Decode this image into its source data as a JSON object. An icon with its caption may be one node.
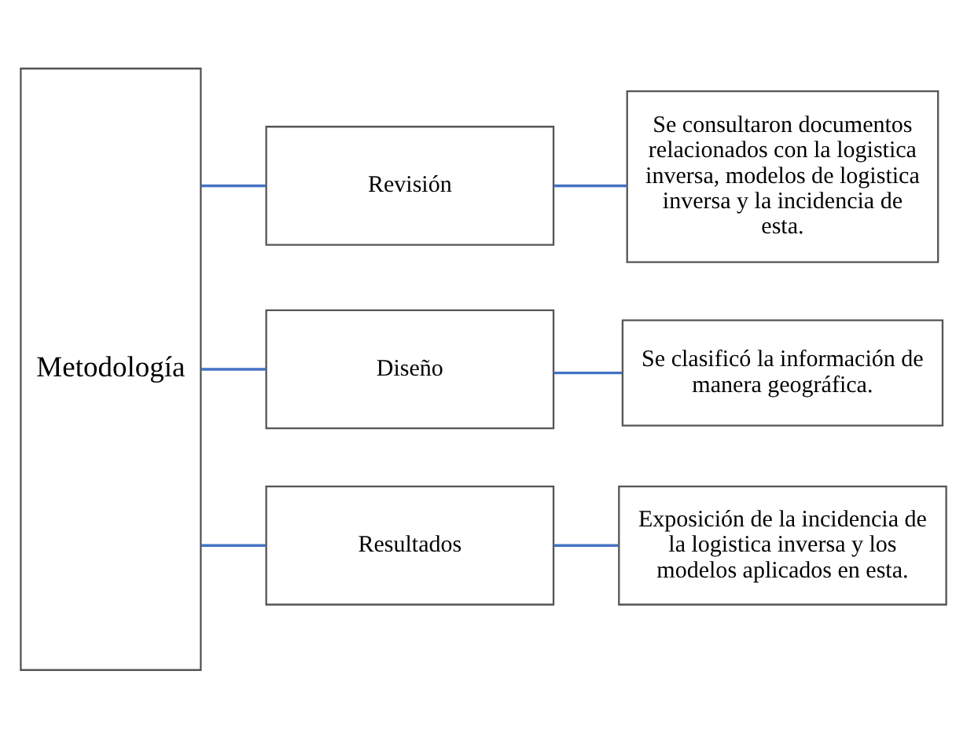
{
  "diagram": {
    "nodes": [
      {
        "text": [
          "Metodología"
        ]
      },
      {
        "text": [
          "Revisión"
        ]
      },
      {
        "text": [
          "Diseño"
        ]
      },
      {
        "text": [
          "Resultados"
        ]
      },
      {
        "text": [
          "Se consultaron documentos relacionados con la logistica inversa, modelos de logistica inversa y la incidencia de esta."
        ]
      },
      {
        "text": [
          "Se clasificó la información de manera geográfica."
        ]
      },
      {
        "text": [
          "Exposición de la incidencia de la logistica inversa y los modelos aplicados en esta."
        ]
      }
    ],
    "edges": [
      {
        "from": 0,
        "to": 1,
        "arrow": "none",
        "color": "#4472c4"
      },
      {
        "from": 0,
        "to": 2,
        "arrow": "none",
        "color": "#4472c4"
      },
      {
        "from": 0,
        "to": 3,
        "arrow": "none",
        "color": "#4472c4"
      },
      {
        "from": 1,
        "to": 4,
        "arrow": "none",
        "color": "#4472c4"
      },
      {
        "from": 2,
        "to": 5,
        "arrow": "none",
        "color": "#4472c4"
      },
      {
        "from": 3,
        "to": 6,
        "arrow": "none",
        "color": "#4472c4"
      }
    ]
  }
}
